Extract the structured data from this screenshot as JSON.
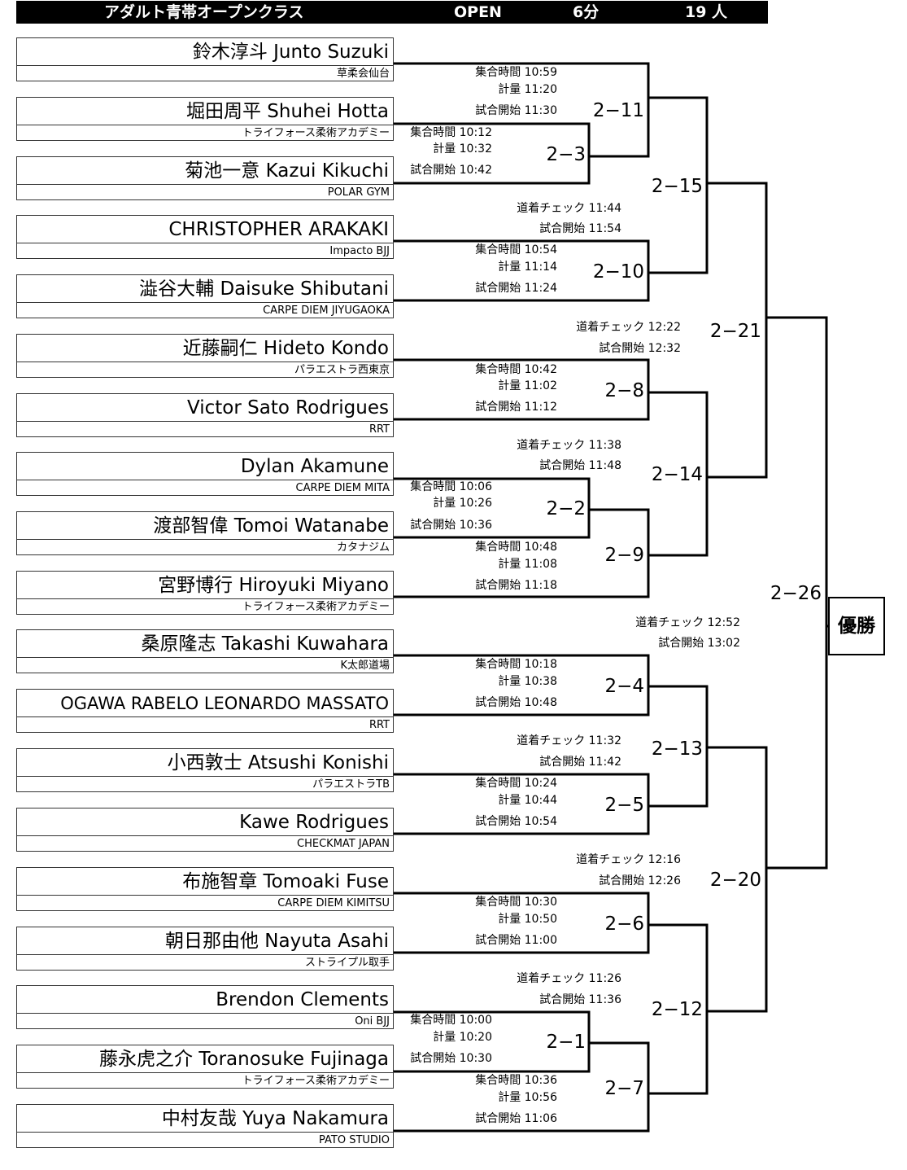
{
  "header": {
    "title": "アダルト青帯オープンクラス",
    "division": "OPEN",
    "duration": "6分",
    "count": "19 人"
  },
  "players": [
    {
      "name": "鈴木淳斗 Junto Suzuki",
      "team": "草柔会仙台"
    },
    {
      "name": "堀田周平 Shuhei Hotta",
      "team": "トライフォース柔術アカデミー"
    },
    {
      "name": "菊池一意 Kazui Kikuchi",
      "team": "POLAR GYM"
    },
    {
      "name": "CHRISTOPHER ARAKAKI",
      "team": "Impacto BJJ"
    },
    {
      "name": "澁谷大輔 Daisuke Shibutani",
      "team": "CARPE DIEM JIYUGAOKA"
    },
    {
      "name": "近藤嗣仁 Hideto Kondo",
      "team": "パラエストラ西東京"
    },
    {
      "name": "Victor Sato Rodrigues",
      "team": "RRT"
    },
    {
      "name": "Dylan Akamune",
      "team": "CARPE DIEM MITA"
    },
    {
      "name": "渡部智偉 Tomoi Watanabe",
      "team": "カタナジム"
    },
    {
      "name": "宮野博行 Hiroyuki Miyano",
      "team": "トライフォース柔術アカデミー"
    },
    {
      "name": "桑原隆志 Takashi Kuwahara",
      "team": "K太郎道場"
    },
    {
      "name": "OGAWA RABELO LEONARDO MASSATO",
      "team": "RRT"
    },
    {
      "name": "小西敦士 Atsushi Konishi",
      "team": "パラエストラTB"
    },
    {
      "name": "Kawe Rodrigues",
      "team": "CHECKMAT JAPAN"
    },
    {
      "name": "布施智章 Tomoaki Fuse",
      "team": "CARPE DIEM KIMITSU"
    },
    {
      "name": "朝日那由他 Nayuta Asahi",
      "team": "ストライプル取手"
    },
    {
      "name": "Brendon Clements",
      "team": "Oni BJJ"
    },
    {
      "name": "藤永虎之介 Toranosuke Fujinaga",
      "team": "トライフォース柔術アカデミー"
    },
    {
      "name": "中村友哉 Yuya Nakamura",
      "team": "PATO STUDIO"
    }
  ],
  "matches": {
    "m1": "2−1",
    "m2": "2−2",
    "m3": "2−3",
    "m4": "2−4",
    "m5": "2−5",
    "m6": "2−6",
    "m7": "2−7",
    "m8": "2−8",
    "m9": "2−9",
    "m10": "2−10",
    "m11": "2−11",
    "m12": "2−12",
    "m13": "2−13",
    "m14": "2−14",
    "m15": "2−15",
    "m20": "2−20",
    "m21": "2−21",
    "m26": "2−26"
  },
  "schedules": {
    "m11": [
      "集合時間 10:59",
      "計量 11:20",
      "試合開始 11:30"
    ],
    "m3": [
      "集合時間 10:12",
      "計量 10:32",
      "試合開始 10:42"
    ],
    "m15": [
      "道着チェック 11:44",
      "試合開始 11:54"
    ],
    "m10": [
      "集合時間 10:54",
      "計量 11:14",
      "試合開始 11:24"
    ],
    "m21": [
      "道着チェック 12:22",
      "試合開始 12:32"
    ],
    "m8": [
      "集合時間 10:42",
      "計量 11:02",
      "試合開始 11:12"
    ],
    "m14": [
      "道着チェック 11:38",
      "試合開始 11:48"
    ],
    "m2": [
      "集合時間 10:06",
      "計量 10:26",
      "試合開始 10:36"
    ],
    "m9": [
      "集合時間 10:48",
      "計量 11:08",
      "試合開始 11:18"
    ],
    "m26": [
      "道着チェック 12:52",
      "試合開始 13:02"
    ],
    "m4": [
      "集合時間 10:18",
      "計量 10:38",
      "試合開始 10:48"
    ],
    "m13": [
      "道着チェック 11:32",
      "試合開始 11:42"
    ],
    "m5": [
      "集合時間 10:24",
      "計量 10:44",
      "試合開始 10:54"
    ],
    "m20": [
      "道着チェック 12:16",
      "試合開始 12:26"
    ],
    "m6": [
      "集合時間 10:30",
      "計量 10:50",
      "試合開始 11:00"
    ],
    "m12": [
      "道着チェック 11:26",
      "試合開始 11:36"
    ],
    "m1": [
      "集合時間 10:00",
      "計量 10:20",
      "試合開始 10:30"
    ],
    "m7": [
      "集合時間 10:36",
      "計量 10:56",
      "試合開始 11:06"
    ]
  },
  "winner_label": "優勝"
}
